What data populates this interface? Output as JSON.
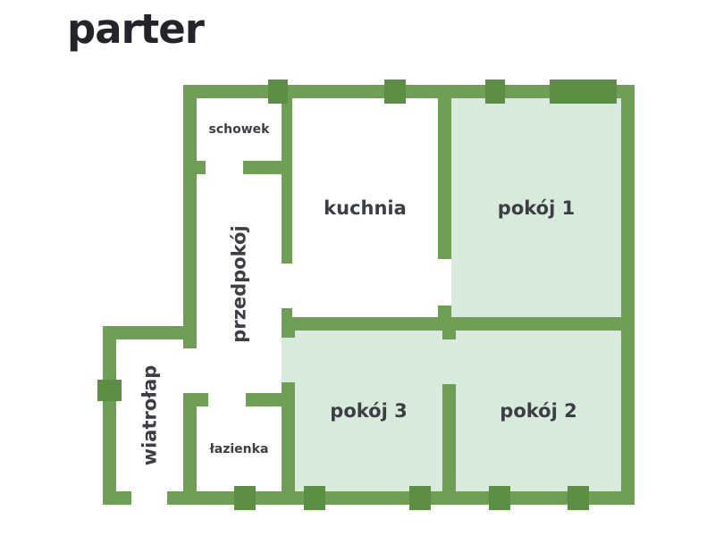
{
  "title": "parter",
  "floor_plan": {
    "rooms": [
      {
        "name": "schowek",
        "label": "schowek",
        "highlighted": false
      },
      {
        "name": "kuchnia",
        "label": "kuchnia",
        "highlighted": false
      },
      {
        "name": "pokoj-1",
        "label": "pokój 1",
        "highlighted": true
      },
      {
        "name": "przedpokoj",
        "label": "przedpokój",
        "highlighted": false
      },
      {
        "name": "wiatrolap",
        "label": "wiatrołap",
        "highlighted": false
      },
      {
        "name": "lazienka",
        "label": "łazienka",
        "highlighted": false
      },
      {
        "name": "pokoj-3",
        "label": "pokój 3",
        "highlighted": true
      },
      {
        "name": "pokoj-2",
        "label": "pokój 2",
        "highlighted": true
      }
    ],
    "colors": {
      "wall": "#6f9f55",
      "window": "#5c8f44",
      "highlighted_room": "#d8eadb",
      "room": "#ffffff",
      "label": "#3d3d44",
      "title": "#232329",
      "background": "#ffffff"
    }
  }
}
